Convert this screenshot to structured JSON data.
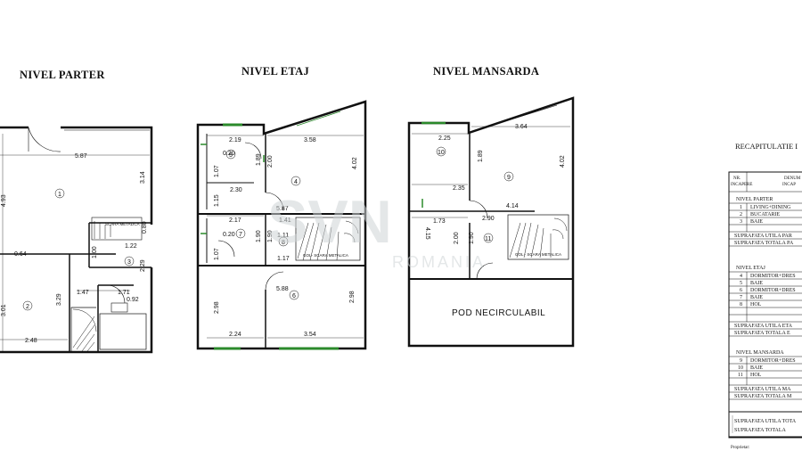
{
  "plans": {
    "parter": {
      "title": "NIVEL PARTER",
      "dims": [
        "5.87",
        "4.93",
        "3.14",
        "0.64",
        "1.22",
        "0.80",
        "1.00",
        "2.29",
        "3.29",
        "3.01",
        "1.47",
        "1.71",
        "0.92",
        "2.48"
      ],
      "rooms": [
        "1",
        "2",
        "3"
      ],
      "stair_label": "SCARA METALICA"
    },
    "etaj": {
      "title": "NIVEL ETAJ",
      "dims": [
        "2.19",
        "3.58",
        "0.20",
        "1.07",
        "1.89",
        "2.00",
        "4.02",
        "2.30",
        "5.87",
        "2.17",
        "1.41",
        "0.20",
        "1.07",
        "1.90",
        "1.90",
        "1.11",
        "1.17",
        "5.88",
        "2.98",
        "2.98",
        "2.24",
        "3.54",
        "1.15"
      ],
      "rooms": [
        "5",
        "4",
        "7",
        "8",
        "6"
      ],
      "stair_label": "GOL- SCARA METALICA"
    },
    "mansarda": {
      "title": "NIVEL MANSARDA",
      "dims": [
        "2.25",
        "3.64",
        "1.89",
        "4.02",
        "2.35",
        "4.14",
        "2.90",
        "4.15",
        "1.73",
        "2.00",
        "1.90"
      ],
      "rooms": [
        "10",
        "9",
        "11"
      ],
      "stair_label": "GOL - SCARA METALICA",
      "pod_label": "POD  NECIRCULABIL"
    }
  },
  "recap": {
    "title": "RECAPITULATIE I",
    "col_nr": [
      "NR.",
      "INCAPERE"
    ],
    "col_den": [
      "DENUM",
      "INCAP"
    ],
    "sections": [
      {
        "heading": "NIVEL PARTER",
        "rows": [
          [
            "1",
            "LIVING+DINING"
          ],
          [
            "2",
            "BUCATARIE"
          ],
          [
            "3",
            "BAIE"
          ]
        ],
        "totals": [
          "SUPRAFATA UTILA PAR",
          "SUPRAFATA TOTALA PA"
        ]
      },
      {
        "heading": "NIVEL ETAJ",
        "rows": [
          [
            "4",
            "DORMITOR+DRES"
          ],
          [
            "5",
            "BAIE"
          ],
          [
            "6",
            "DORMITOR+DRES"
          ],
          [
            "7",
            "BAIE"
          ],
          [
            "8",
            "HOL"
          ]
        ],
        "totals": [
          "SUPRAFATA UTILA ETA",
          "SUPRAFATA TOTALA E"
        ]
      },
      {
        "heading": "NIVEL MANSARDA",
        "rows": [
          [
            "9",
            "DORMITOR+DRES"
          ],
          [
            "10",
            "BAIE"
          ],
          [
            "11",
            "HOL"
          ]
        ],
        "totals": [
          "SUPRAFATA UTILA MA",
          "SUPRAFATA TOTALA M"
        ]
      }
    ],
    "grand": [
      "SUPRAFATA UTILA TOTA",
      "SUPRAFATA  TOTALA"
    ],
    "footer": "Proprietar:"
  },
  "watermark": {
    "brand": "SVN",
    "country": "ROMANIA"
  }
}
